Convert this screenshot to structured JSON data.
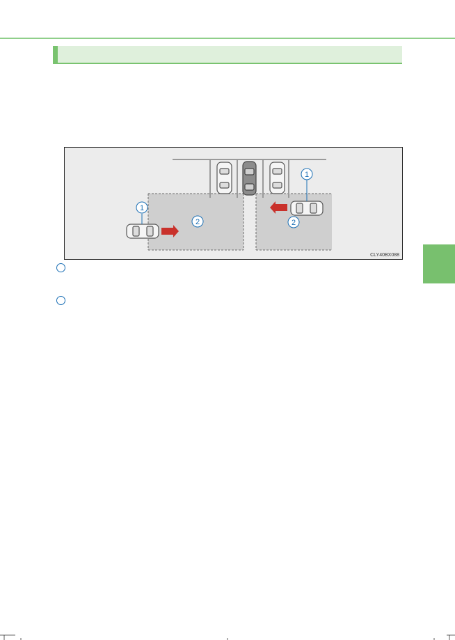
{
  "figure": {
    "code": "CLY40BX088",
    "callouts": [
      "1",
      "2"
    ],
    "colors": {
      "background": "#ececec",
      "zone": "#cfcfcf",
      "arrow": "#c9312b",
      "callout": "#1a6fb5",
      "section_accent": "#79c36f"
    }
  },
  "legend": {
    "items": [
      {
        "icon": "circle-icon",
        "text": ""
      },
      {
        "icon": "circle-icon",
        "text": ""
      }
    ]
  }
}
